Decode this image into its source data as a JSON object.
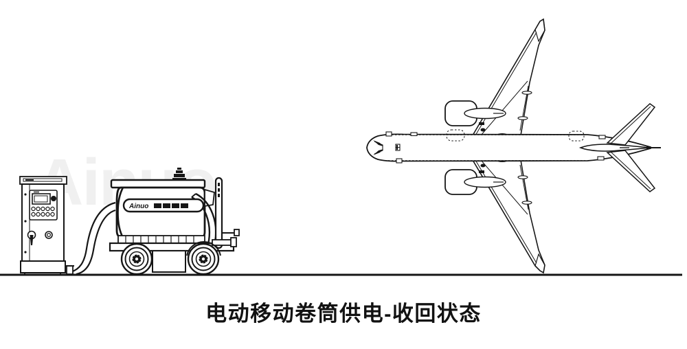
{
  "page": {
    "background": "#ffffff",
    "line_color": "#161616"
  },
  "watermark": {
    "text": "Ainuo",
    "color": "#f0f0f0"
  },
  "caption": {
    "text": "电动移动卷筒供电-收回状态",
    "color": "#121212"
  },
  "cart": {
    "brand_label": "Ainuo"
  },
  "diagram": {
    "type": "technical-illustration",
    "scene": [
      {
        "name": "power-cabinet",
        "desc": "floor-standing power cabinet with display, keypad, switch and indicator"
      },
      {
        "name": "power-cable",
        "desc": "flexible supply cable from cabinet to cart"
      },
      {
        "name": "mobile-reel-cart",
        "desc": "electric mobile cable-reel supply cart with beacon, handle and two wheels"
      },
      {
        "name": "ground-line",
        "desc": "ground reference line"
      },
      {
        "name": "aircraft-top-view",
        "desc": "twin-engine airliner plan view, nose left"
      }
    ]
  }
}
